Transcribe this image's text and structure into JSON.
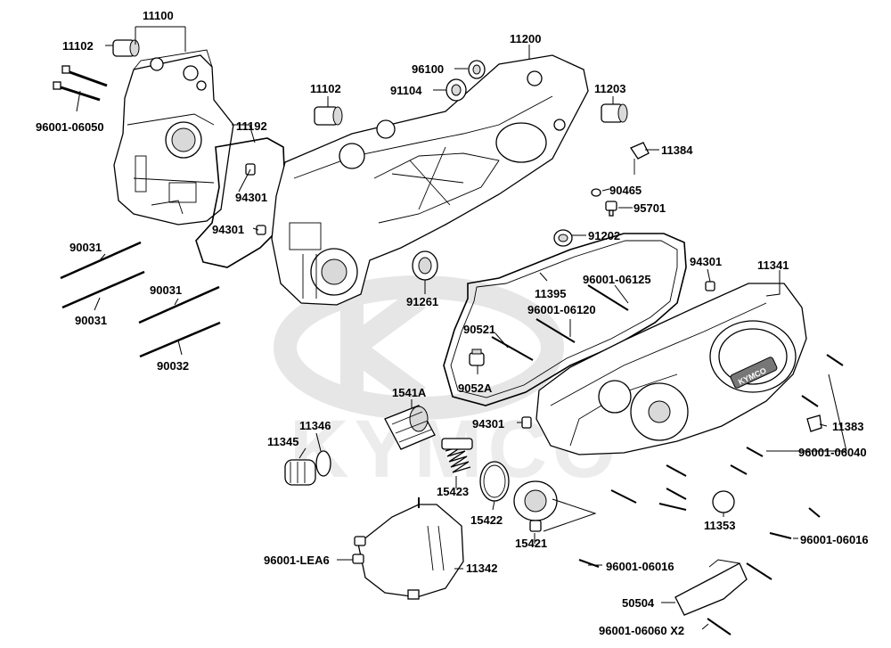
{
  "watermark": "KYMCO",
  "badge_text": "KYMCO",
  "labels": {
    "p11100": "11100",
    "p11102a": "11102",
    "p96001_06050": "96001-06050",
    "p11192": "11192",
    "p94301a": "94301",
    "p94301b": "94301",
    "p11102b": "11102",
    "p96100": "96100",
    "p91104": "91104",
    "p11200": "11200",
    "p11203": "11203",
    "p11384": "11384",
    "p90465": "90465",
    "p95701": "95701",
    "p91202": "91202",
    "p94301c": "94301",
    "p11341": "11341",
    "p90031a": "90031",
    "p90031b": "90031",
    "p90031c": "90031",
    "p90032": "90032",
    "p91261": "91261",
    "p11395": "11395",
    "p96001_06125": "96001-06125",
    "p96001_06120": "96001-06120",
    "p90521": "90521",
    "p9052A": "9052A",
    "p1541A": "1541A",
    "p94301d": "94301",
    "p11383": "11383",
    "p11346": "11346",
    "p11345": "11345",
    "p15423": "15423",
    "p15422": "15422",
    "p96001_06040": "96001-06040",
    "p11353": "11353",
    "p96001_06016a": "96001-06016",
    "p15421": "15421",
    "p96001_LEA6": "96001-LEA6",
    "p11342": "11342",
    "p96001_06016b": "96001-06016",
    "p50504": "50504",
    "p96001_06060": "96001-06060 X2"
  }
}
